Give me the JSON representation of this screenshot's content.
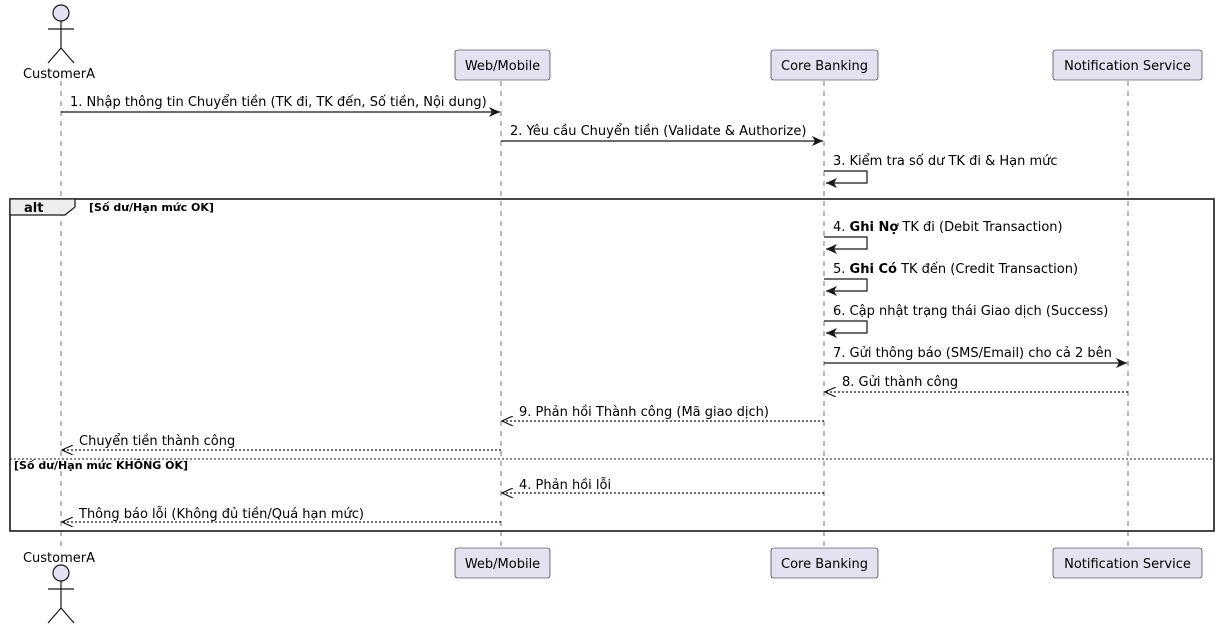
{
  "participants": [
    {
      "id": "customer",
      "name": "CustomerA",
      "kind": "actor"
    },
    {
      "id": "web",
      "name": "Web/Mobile",
      "kind": "participant"
    },
    {
      "id": "core",
      "name": "Core Banking",
      "kind": "participant"
    },
    {
      "id": "notify",
      "name": "Notification Service",
      "kind": "participant"
    }
  ],
  "messages": [
    {
      "from": "customer",
      "to": "web",
      "style": "solid",
      "parts": [
        {
          "text": "1. Nhập thông tin Chuyển tiền (TK đi, TK đến, Số tiền, Nội dung)"
        }
      ]
    },
    {
      "from": "web",
      "to": "core",
      "style": "solid",
      "parts": [
        {
          "text": "2. Yêu cầu Chuyển tiền (Validate & Authorize)"
        }
      ]
    },
    {
      "from": "core",
      "to": "core",
      "style": "solid",
      "parts": [
        {
          "text": "3. Kiểm tra số dư TK đi & Hạn mức"
        }
      ]
    },
    {
      "from": "core",
      "to": "core",
      "style": "solid",
      "parts": [
        {
          "text": "4. "
        },
        {
          "text": "Ghi Nợ",
          "bold": true
        },
        {
          "text": " TK đi (Debit Transaction)"
        }
      ]
    },
    {
      "from": "core",
      "to": "core",
      "style": "solid",
      "parts": [
        {
          "text": "5. "
        },
        {
          "text": "Ghi Có",
          "bold": true
        },
        {
          "text": " TK đến (Credit Transaction)"
        }
      ]
    },
    {
      "from": "core",
      "to": "core",
      "style": "solid",
      "parts": [
        {
          "text": "6. Cập nhật trạng thái Giao dịch (Success)"
        }
      ]
    },
    {
      "from": "core",
      "to": "notify",
      "style": "solid",
      "parts": [
        {
          "text": "7. Gửi thông báo (SMS/Email) cho cả 2 bên"
        }
      ]
    },
    {
      "from": "notify",
      "to": "core",
      "style": "dashed",
      "parts": [
        {
          "text": "8. Gửi thành công"
        }
      ]
    },
    {
      "from": "core",
      "to": "web",
      "style": "dashed",
      "parts": [
        {
          "text": "9. Phản hồi Thành công (Mã giao dịch)"
        }
      ]
    },
    {
      "from": "web",
      "to": "customer",
      "style": "dashed",
      "parts": [
        {
          "text": "Chuyển tiền thành công"
        }
      ]
    },
    {
      "from": "core",
      "to": "web",
      "style": "dashed",
      "parts": [
        {
          "text": "4. Phản hồi lỗi"
        }
      ]
    },
    {
      "from": "web",
      "to": "customer",
      "style": "dashed",
      "parts": [
        {
          "text": "Thông báo lỗi (Không đủ tiền/Quá hạn mức)"
        }
      ]
    }
  ],
  "fragment": {
    "keyword": "alt",
    "guard": "[Số dư/Hạn mức OK]",
    "else_guard": "[Số dư/Hạn mức KHÔNG OK]"
  },
  "colors": {
    "participant_fill": "#e2e2f0",
    "participant_border": "#181818",
    "lifeline": "#181818",
    "fragment_header_fill": "#eeeeee"
  }
}
